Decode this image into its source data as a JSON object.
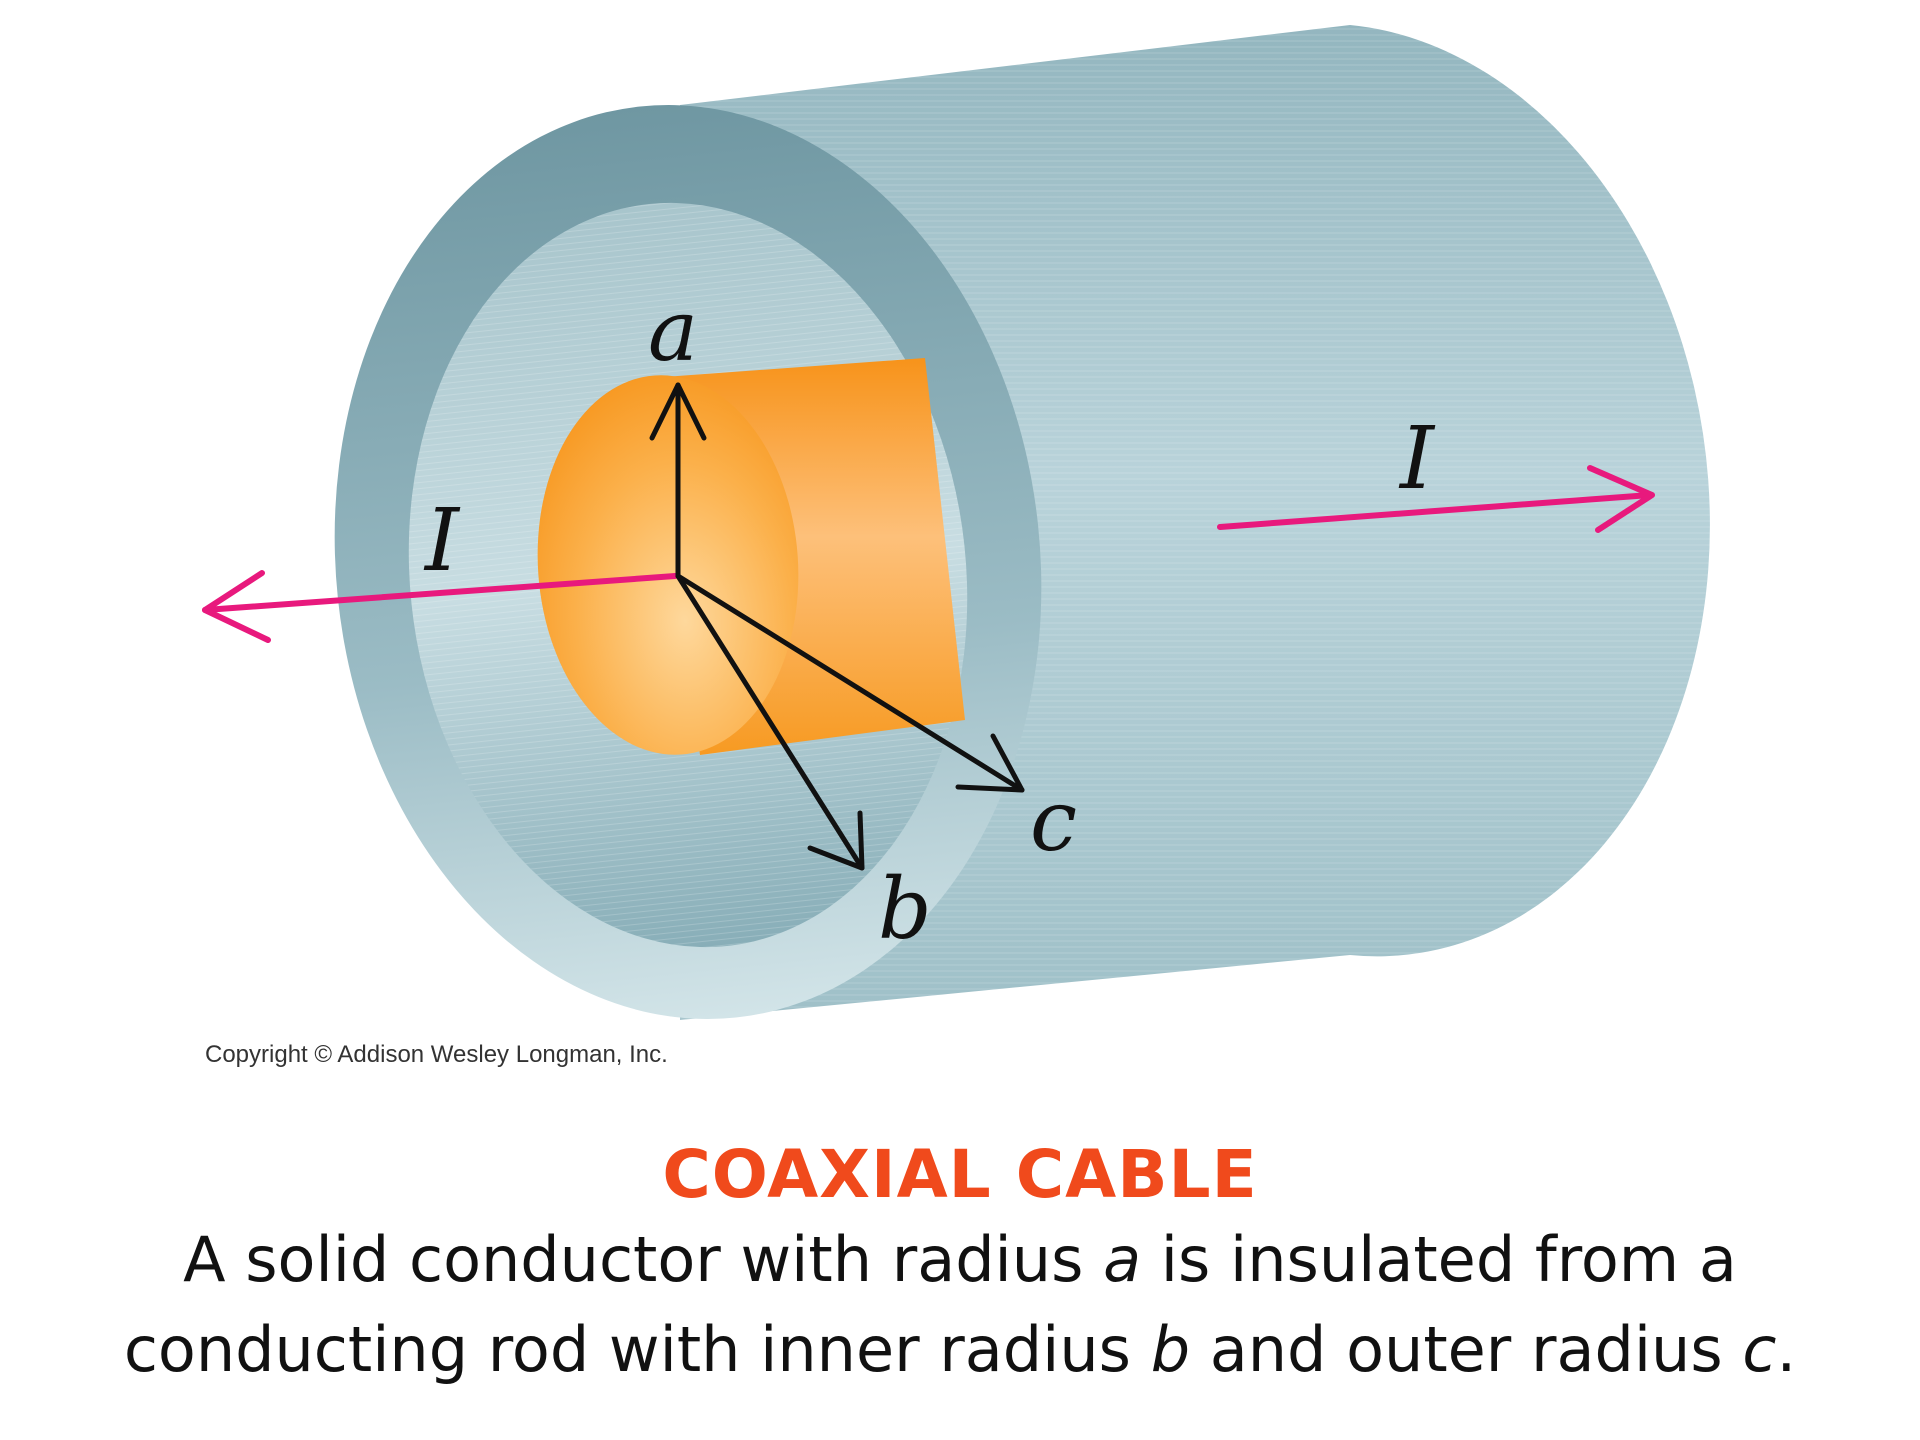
{
  "diagram": {
    "labels": {
      "a": "a",
      "b": "b",
      "c": "c",
      "current_inner": "I",
      "current_outer": "I"
    },
    "copyright": "Copyright © Addison Wesley Longman, Inc.",
    "colors": {
      "outer_conductor": "#a9c7cf",
      "outer_ring": "#7fa4ad",
      "inner_conductor": "#f8a020",
      "current_arrow": "#e8197d",
      "radius_arrow": "#111111"
    }
  },
  "caption": {
    "title": "COAXIAL CABLE",
    "line1": {
      "pre": "A solid conductor with radius ",
      "var": "a",
      "post": " is insulated from a"
    },
    "line2": {
      "pre": "conducting rod with inner radius ",
      "var1": "b",
      "mid": " and outer radius ",
      "var2": "c",
      "post": "."
    }
  }
}
